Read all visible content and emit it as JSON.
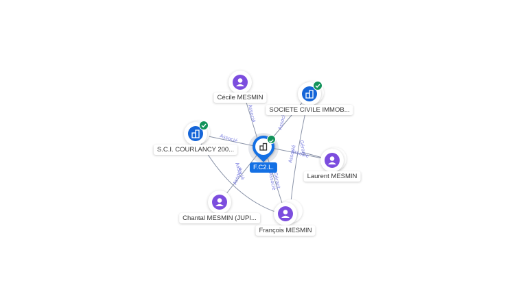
{
  "center": {
    "label": "F.C2.L.",
    "icon": "building-icon",
    "verified": true
  },
  "nodes": [
    {
      "id": "cecile",
      "label": "Cécile MESMIN",
      "kind": "person",
      "icon": "person-icon"
    },
    {
      "id": "societe",
      "label": "SOCIETE CIVILE IMMOB...",
      "kind": "company",
      "icon": "building-icon",
      "verified": true
    },
    {
      "id": "sci",
      "label": "S.C.I. COURLANCY 200...",
      "kind": "company",
      "icon": "building-icon",
      "verified": true
    },
    {
      "id": "laurent",
      "label": "Laurent MESMIN",
      "kind": "person",
      "icon": "person-icon"
    },
    {
      "id": "chantal",
      "label": "Chantal MESMIN (JUPI...",
      "kind": "person",
      "icon": "person-icon"
    },
    {
      "id": "francois",
      "label": "François MESMIN",
      "kind": "person",
      "icon": "person-icon"
    }
  ],
  "edge_labels": [
    "Associé",
    "Associé",
    "Associé",
    "Associé",
    "Associé",
    "Associé",
    "Associé",
    "Associé",
    "Gérant",
    "Gérant"
  ],
  "colors": {
    "person": "#7c4dde",
    "company": "#1565d8",
    "center": "#1470e4",
    "verified": "#12935a",
    "edge": "#8a93a8",
    "edge_label": "#7b7fe0"
  }
}
